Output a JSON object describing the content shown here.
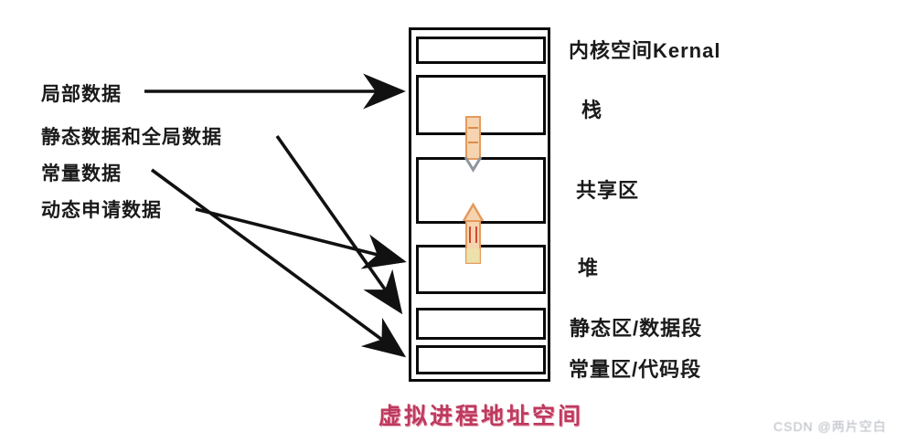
{
  "diagram": {
    "title": "虚拟进程地址空间",
    "title_color": "#bd3a5e",
    "container": {
      "name": "virtual-address-space"
    },
    "regions": [
      {
        "label": "内核空间Kernal"
      },
      {
        "label": "栈"
      },
      {
        "label": "共享区"
      },
      {
        "label": "堆"
      },
      {
        "label": "静态区/数据段"
      },
      {
        "label": "常量区/代码段"
      }
    ],
    "pointers": [
      {
        "label": "局部数据",
        "target": "栈"
      },
      {
        "label": "静态数据和全局数据",
        "target": "静态区/数据段"
      },
      {
        "label": "常量数据",
        "target": "常量区/代码段"
      },
      {
        "label": "动态申请数据",
        "target": "堆"
      }
    ],
    "growth_arrows": [
      {
        "name": "stack-grows-down",
        "direction": "down",
        "from": "栈",
        "to": "共享区",
        "color": "#f2c49a"
      },
      {
        "name": "heap-grows-up",
        "direction": "up",
        "from": "堆",
        "to": "共享区",
        "color": "#f2c49a"
      }
    ],
    "arrow_color": "#111111",
    "watermark": "CSDN @两片空白"
  }
}
